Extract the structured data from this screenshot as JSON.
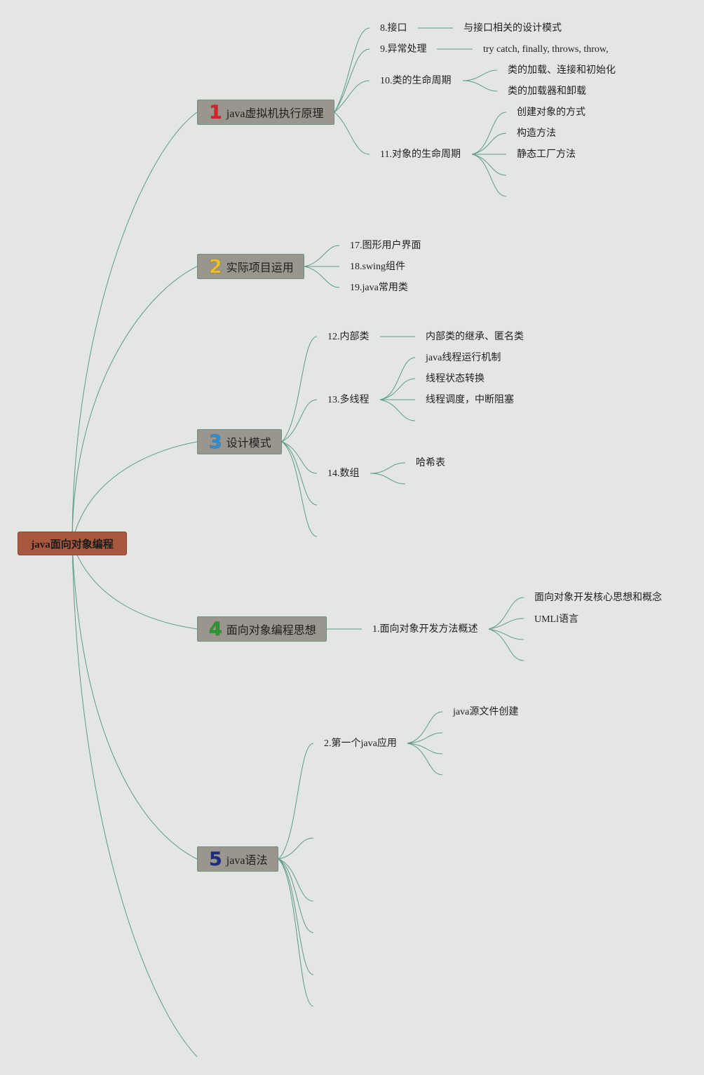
{
  "root": {
    "label": "java面向对象编程"
  },
  "branches": [
    {
      "num": "1",
      "label": "java虚拟机执行原理",
      "color": "#d8232a"
    },
    {
      "num": "2",
      "label": "实际项目运用",
      "color": "#efc129"
    },
    {
      "num": "3",
      "label": "设计模式",
      "color": "#2f8fd6"
    },
    {
      "num": "4",
      "label": "面向对象编程思想",
      "color": "#2a9a2e"
    },
    {
      "num": "5",
      "label": "java语法",
      "color": "#1b2c86"
    }
  ],
  "nodes": {
    "interface": "8.接口",
    "interface_patterns": "与接口相关的设计模式",
    "exception": "9.异常处理",
    "exception_keywords": "try catch, finally, throws, throw,",
    "class_lifecycle": "10.类的生命周期",
    "class_loading": "类的加载、连接和初始化",
    "class_loader": "类的加载器和卸载",
    "object_lifecycle": "11.对象的生命周期",
    "object_creation": "创建对象的方式",
    "constructor": "构造方法",
    "static_factory": "静态工厂方法",
    "gui": "17.图形用户界面",
    "swing": "18.swing组件",
    "common_classes": "19.java常用类",
    "inner_class": "12.内部类",
    "inner_class_detail": "内部类的继承、匿名类",
    "multithread": "13.多线程",
    "thread_mechanism": "java线程运行机制",
    "thread_state": "线程状态转换",
    "thread_schedule": "线程调度，中断阻塞",
    "array": "14.数组",
    "hashtable": "哈希表",
    "oo_method": "1.面向对象开发方法概述",
    "oo_core": "面向对象开发核心思想和概念",
    "uml": "UMLl语言",
    "first_app": "2.第一个java应用",
    "source_file": "java源文件创建"
  }
}
